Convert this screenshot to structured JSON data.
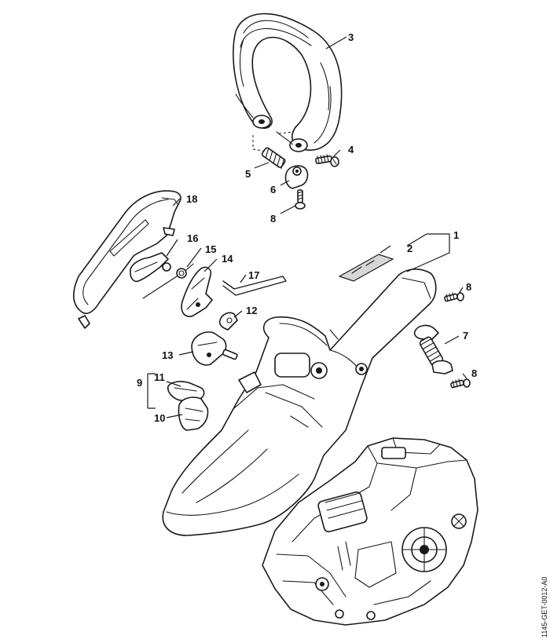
{
  "diagram": {
    "document_code": "1145-GET-0012-A0",
    "callouts": [
      {
        "id": "c1",
        "label": "1"
      },
      {
        "id": "c2",
        "label": "2"
      },
      {
        "id": "c3",
        "label": "3"
      },
      {
        "id": "c4",
        "label": "4"
      },
      {
        "id": "c5",
        "label": "5"
      },
      {
        "id": "c6",
        "label": "6"
      },
      {
        "id": "c7",
        "label": "7"
      },
      {
        "id": "c8a",
        "label": "8"
      },
      {
        "id": "c8b",
        "label": "8"
      },
      {
        "id": "c8c",
        "label": "8"
      },
      {
        "id": "c9",
        "label": "9"
      },
      {
        "id": "c10",
        "label": "10"
      },
      {
        "id": "c11",
        "label": "11"
      },
      {
        "id": "c12",
        "label": "12"
      },
      {
        "id": "c13",
        "label": "13"
      },
      {
        "id": "c14",
        "label": "14"
      },
      {
        "id": "c15",
        "label": "15"
      },
      {
        "id": "c16",
        "label": "16"
      },
      {
        "id": "c17",
        "label": "17"
      },
      {
        "id": "c18",
        "label": "18"
      }
    ]
  }
}
